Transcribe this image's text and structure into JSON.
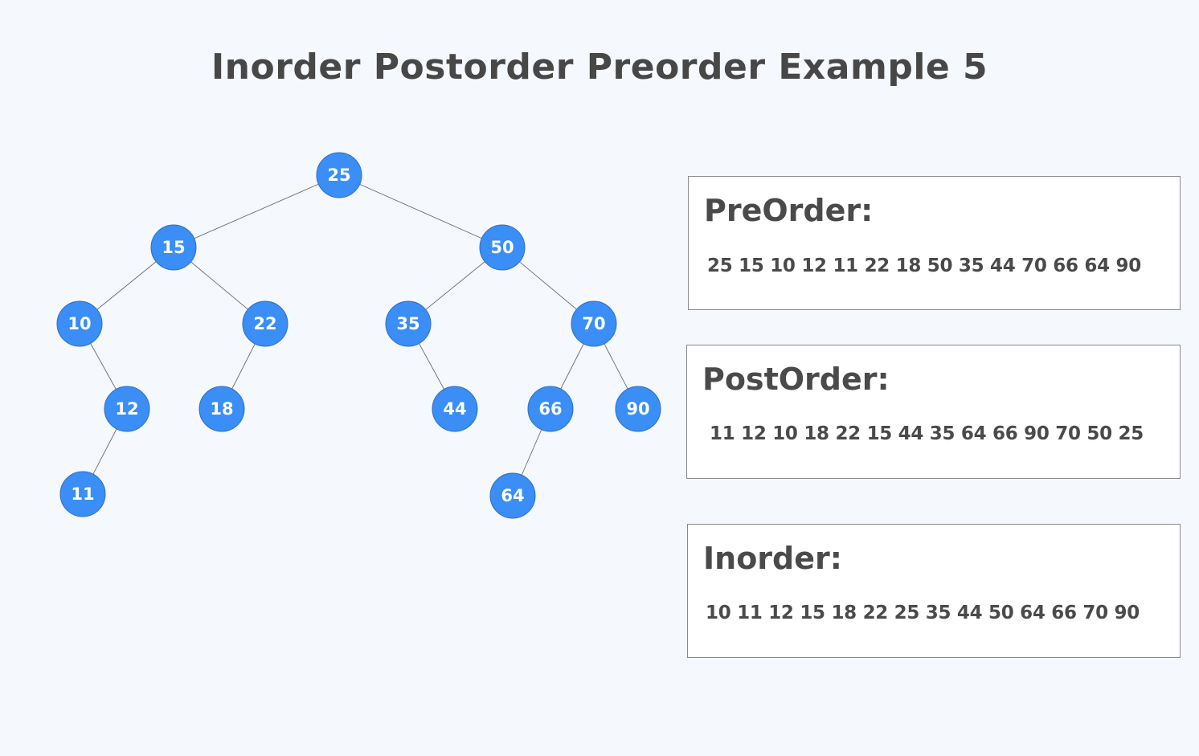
{
  "title": "Inorder Postorder Preorder Example 5",
  "tree": {
    "node_color": "#3a8ef5",
    "nodes": [
      {
        "id": "n25",
        "label": "25"
      },
      {
        "id": "n15",
        "label": "15"
      },
      {
        "id": "n50",
        "label": "50"
      },
      {
        "id": "n10",
        "label": "10"
      },
      {
        "id": "n22",
        "label": "22"
      },
      {
        "id": "n35",
        "label": "35"
      },
      {
        "id": "n70",
        "label": "70"
      },
      {
        "id": "n12",
        "label": "12"
      },
      {
        "id": "n18",
        "label": "18"
      },
      {
        "id": "n44",
        "label": "44"
      },
      {
        "id": "n66",
        "label": "66"
      },
      {
        "id": "n90",
        "label": "90"
      },
      {
        "id": "n11",
        "label": "11"
      },
      {
        "id": "n64",
        "label": "64"
      }
    ],
    "edges": [
      [
        "n25",
        "n15"
      ],
      [
        "n25",
        "n50"
      ],
      [
        "n15",
        "n10"
      ],
      [
        "n15",
        "n22"
      ],
      [
        "n50",
        "n35"
      ],
      [
        "n50",
        "n70"
      ],
      [
        "n10",
        "n12"
      ],
      [
        "n22",
        "n18"
      ],
      [
        "n35",
        "n44"
      ],
      [
        "n70",
        "n66"
      ],
      [
        "n70",
        "n90"
      ],
      [
        "n12",
        "n11"
      ],
      [
        "n66",
        "n64"
      ]
    ]
  },
  "traversals": {
    "preorder": {
      "heading": "PreOrder:",
      "sequence": "25 15 10 12 11 22 18 50 35 44 70 66 64 90"
    },
    "postorder": {
      "heading": "PostOrder:",
      "sequence": "11 12 10 18 22 15 44 35 64 66 90 70 50 25"
    },
    "inorder": {
      "heading": "Inorder:",
      "sequence": "10 11 12 15 18 22 25 35 44 50 64 66 70 90"
    }
  }
}
